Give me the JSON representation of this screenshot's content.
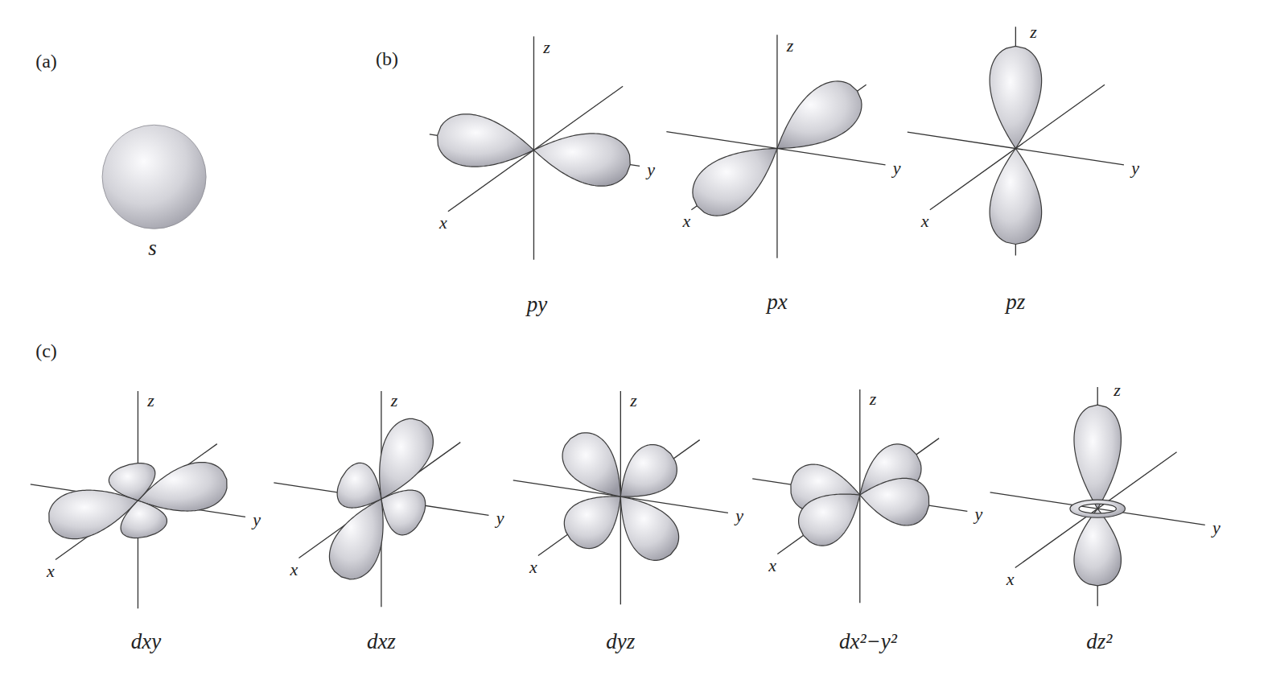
{
  "diagram": {
    "labels": [
      "(a)",
      "s",
      "(b)",
      "z",
      "y",
      "x",
      "py",
      "z",
      "y",
      "x",
      "px",
      "z",
      "y",
      "x",
      "pz",
      "(c)",
      "z",
      "y",
      "x",
      "dxy",
      "z",
      "y",
      "x",
      "dxz",
      "z",
      "y",
      "x",
      "dyz",
      "z",
      "y",
      "x",
      "dx²−y²",
      "z",
      "y",
      "x",
      "dz²"
    ]
  }
}
